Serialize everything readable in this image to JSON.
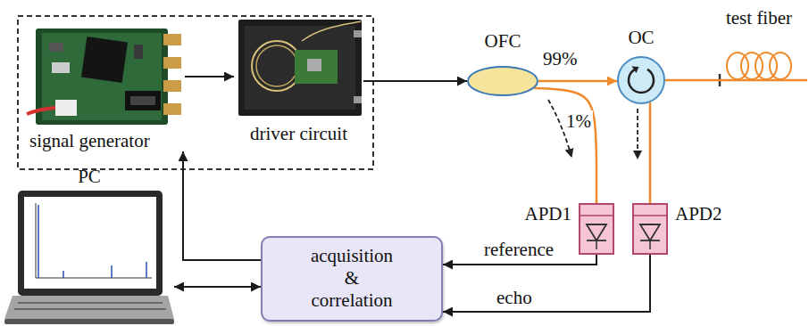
{
  "diagram": {
    "nodes": [
      {
        "text": [
          "signal generator"
        ]
      },
      {
        "text": [
          "driver circuit"
        ]
      },
      {
        "text": [
          "OFC"
        ]
      },
      {
        "text": [
          "OC"
        ]
      },
      {
        "text": [
          "test fiber"
        ]
      },
      {
        "text": [
          "APD1"
        ]
      },
      {
        "text": [
          "APD2"
        ]
      },
      {
        "text": [
          "acquisition & correlation"
        ]
      },
      {
        "text": [
          "PC"
        ]
      }
    ],
    "edges": [
      {
        "from": 0,
        "to": 1,
        "arrow": "to"
      },
      {
        "from": 1,
        "to": 2,
        "arrow": "to"
      },
      {
        "from": 2,
        "to": 3,
        "label": "99%",
        "arrow": "to"
      },
      {
        "from": 3,
        "to": 4,
        "arrow": "none"
      },
      {
        "from": 2,
        "to": 5,
        "label": "1%",
        "arrow": "none"
      },
      {
        "from": 3,
        "to": 6,
        "arrow": "none"
      },
      {
        "from": 5,
        "to": 7,
        "label": "reference",
        "arrow": "to"
      },
      {
        "from": 6,
        "to": 7,
        "label": "echo",
        "arrow": "to"
      },
      {
        "from": 7,
        "to": 0,
        "arrow": "to"
      },
      {
        "from": 8,
        "to": 7,
        "arrow": "both"
      }
    ]
  }
}
